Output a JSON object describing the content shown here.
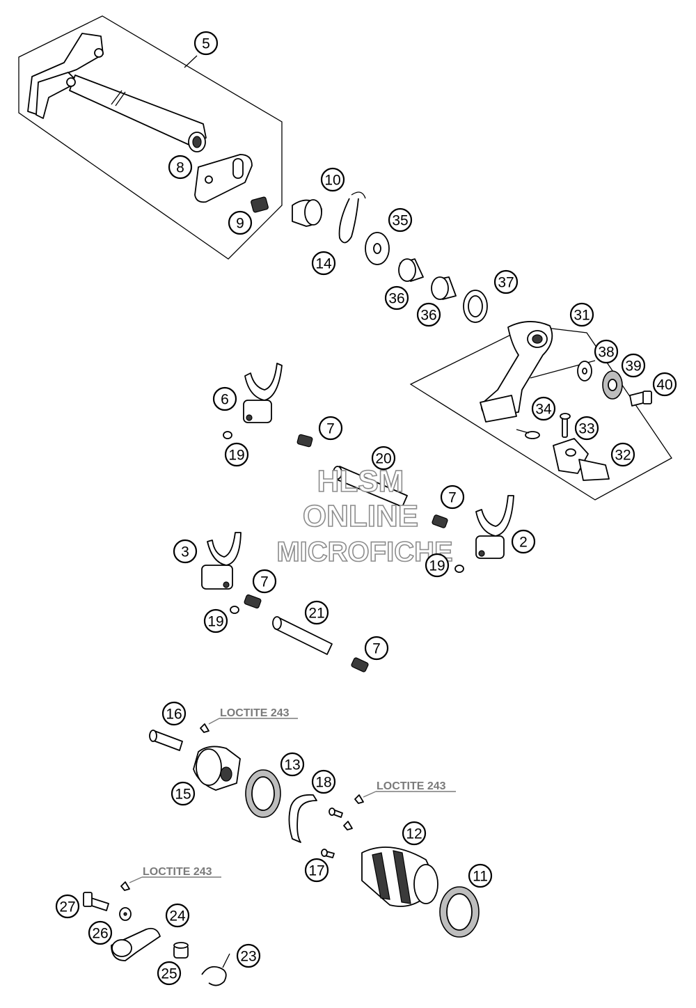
{
  "callouts": [
    {
      "id": "c5",
      "label": "5"
    },
    {
      "id": "c8",
      "label": "8"
    },
    {
      "id": "c9",
      "label": "9"
    },
    {
      "id": "c10",
      "label": "10"
    },
    {
      "id": "c14",
      "label": "14"
    },
    {
      "id": "c35",
      "label": "35"
    },
    {
      "id": "c36a",
      "label": "36"
    },
    {
      "id": "c36b",
      "label": "36"
    },
    {
      "id": "c37",
      "label": "37"
    },
    {
      "id": "c31",
      "label": "31"
    },
    {
      "id": "c38",
      "label": "38"
    },
    {
      "id": "c39",
      "label": "39"
    },
    {
      "id": "c40",
      "label": "40"
    },
    {
      "id": "c34",
      "label": "34"
    },
    {
      "id": "c33",
      "label": "33"
    },
    {
      "id": "c32",
      "label": "32"
    },
    {
      "id": "c6",
      "label": "6"
    },
    {
      "id": "c7a",
      "label": "7"
    },
    {
      "id": "c19a",
      "label": "19"
    },
    {
      "id": "c20",
      "label": "20"
    },
    {
      "id": "c7b",
      "label": "7"
    },
    {
      "id": "c2",
      "label": "2"
    },
    {
      "id": "c19b",
      "label": "19"
    },
    {
      "id": "c3",
      "label": "3"
    },
    {
      "id": "c7c",
      "label": "7"
    },
    {
      "id": "c19c",
      "label": "19"
    },
    {
      "id": "c21",
      "label": "21"
    },
    {
      "id": "c7d",
      "label": "7"
    },
    {
      "id": "c16",
      "label": "16"
    },
    {
      "id": "c15",
      "label": "15"
    },
    {
      "id": "c13",
      "label": "13"
    },
    {
      "id": "c18",
      "label": "18"
    },
    {
      "id": "c12",
      "label": "12"
    },
    {
      "id": "c17",
      "label": "17"
    },
    {
      "id": "c11",
      "label": "11"
    },
    {
      "id": "c27",
      "label": "27"
    },
    {
      "id": "c26",
      "label": "26"
    },
    {
      "id": "c24",
      "label": "24"
    },
    {
      "id": "c25",
      "label": "25"
    },
    {
      "id": "c23",
      "label": "23"
    }
  ],
  "notes": {
    "loctite_1": "LOCTITE 243",
    "loctite_2": "LOCTITE 243",
    "loctite_3": "LOCTITE 243"
  },
  "watermark": {
    "line1": "HLSM",
    "line2": "ONLINE",
    "line3": "MICROFICHE"
  }
}
